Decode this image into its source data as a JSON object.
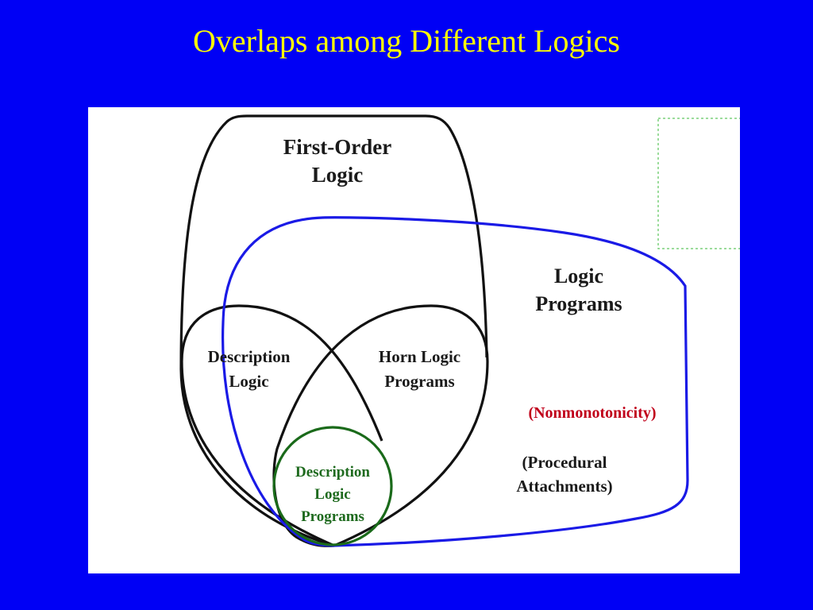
{
  "title": "Overlaps among Different Logics",
  "colors": {
    "background": "#0000f5",
    "title": "#ffff00",
    "panel": "#ffffff",
    "outline_black": "#111111",
    "outline_blue": "#1a1ae6",
    "outline_green": "#1a6a1a",
    "nonmonotonicity_text": "#c0001a"
  },
  "diagram": {
    "regions": [
      {
        "id": "first-order-logic",
        "lines": [
          "First-Order",
          "Logic"
        ]
      },
      {
        "id": "logic-programs",
        "lines": [
          "Logic",
          "Programs"
        ]
      },
      {
        "id": "description-logic",
        "lines": [
          "Description",
          "Logic"
        ]
      },
      {
        "id": "horn-logic-programs",
        "lines": [
          "Horn Logic",
          "Programs"
        ]
      },
      {
        "id": "description-logic-programs",
        "lines": [
          "Description",
          "Logic",
          "Programs"
        ]
      }
    ],
    "annotations": {
      "nonmonotonicity": "(Nonmonotonicity)",
      "procedural_attachments": [
        "(Procedural",
        "Attachments)"
      ]
    }
  }
}
